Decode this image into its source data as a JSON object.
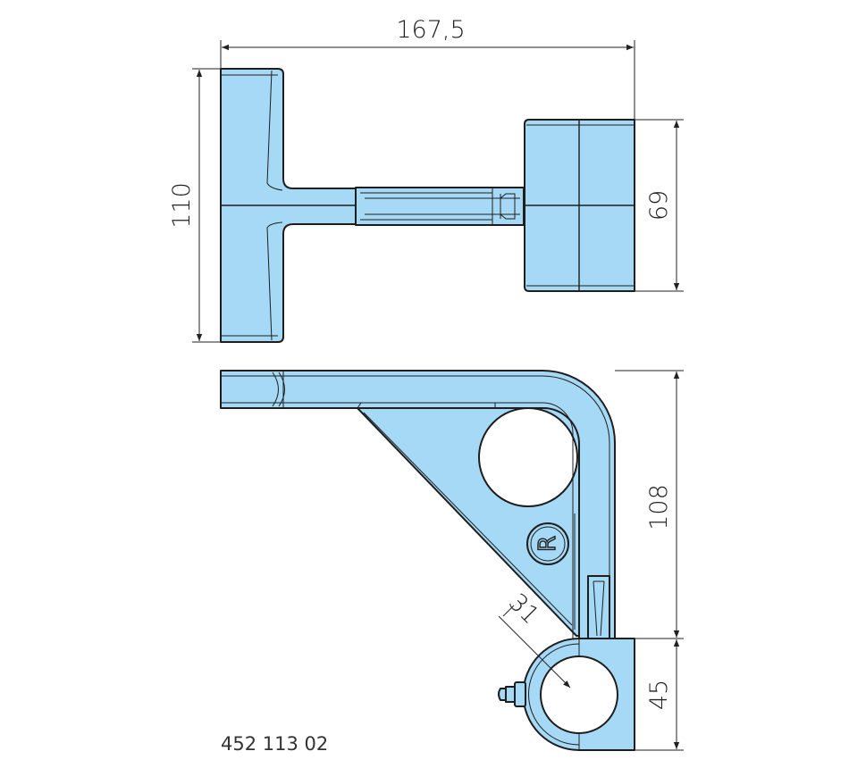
{
  "dimensions": {
    "width": "167,5",
    "height_top": "110",
    "block_height": "69",
    "arm_height": "108",
    "clamp_height": "45",
    "bore_diameter": "31"
  },
  "part_number": "452 113 02",
  "logo_letter": "R",
  "colors": {
    "part_fill": "#a5d9f5",
    "outline": "#1e1e1e"
  }
}
